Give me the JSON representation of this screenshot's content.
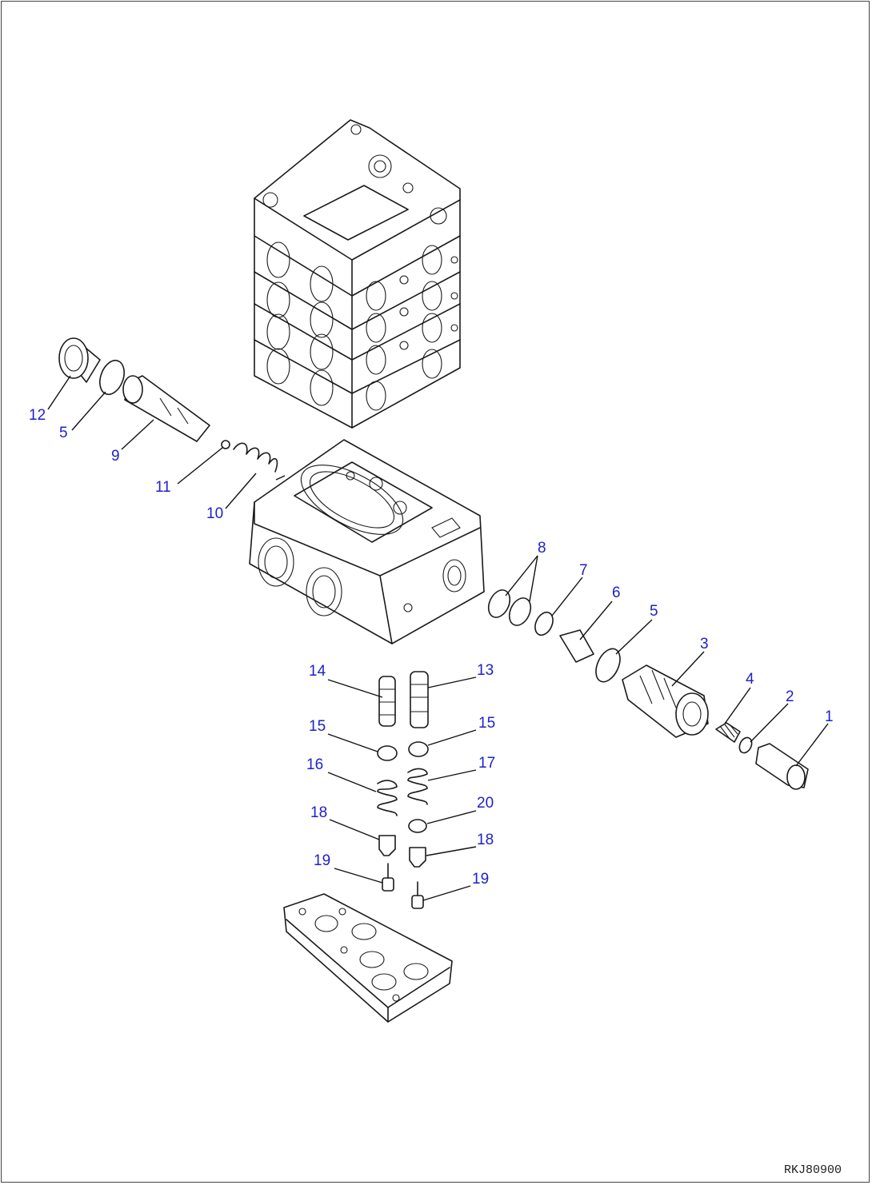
{
  "callouts": [
    {
      "id": "12",
      "text": "12"
    },
    {
      "id": "5a",
      "text": "5"
    },
    {
      "id": "9",
      "text": "9"
    },
    {
      "id": "11",
      "text": "11"
    },
    {
      "id": "10",
      "text": "10"
    },
    {
      "id": "8",
      "text": "8"
    },
    {
      "id": "7",
      "text": "7"
    },
    {
      "id": "6",
      "text": "6"
    },
    {
      "id": "5b",
      "text": "5"
    },
    {
      "id": "3",
      "text": "3"
    },
    {
      "id": "4",
      "text": "4"
    },
    {
      "id": "2",
      "text": "2"
    },
    {
      "id": "1",
      "text": "1"
    },
    {
      "id": "14",
      "text": "14"
    },
    {
      "id": "13",
      "text": "13"
    },
    {
      "id": "15a",
      "text": "15"
    },
    {
      "id": "15b",
      "text": "15"
    },
    {
      "id": "16",
      "text": "16"
    },
    {
      "id": "17",
      "text": "17"
    },
    {
      "id": "18a",
      "text": "18"
    },
    {
      "id": "20",
      "text": "20"
    },
    {
      "id": "18b",
      "text": "18"
    },
    {
      "id": "19a",
      "text": "19"
    },
    {
      "id": "19b",
      "text": "19"
    }
  ],
  "drawing_code": "RKJ80900",
  "colors": {
    "callout": "#1f22c8",
    "line": "#1a1a1a"
  }
}
